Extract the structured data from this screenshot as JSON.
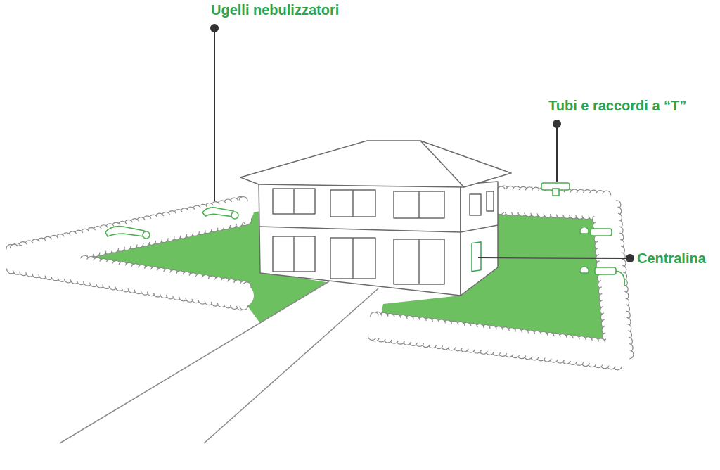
{
  "diagram": {
    "labels": [
      "Ugelli nebulizzatori",
      "Tubi e raccordi a “T”",
      "Centralina"
    ]
  }
}
